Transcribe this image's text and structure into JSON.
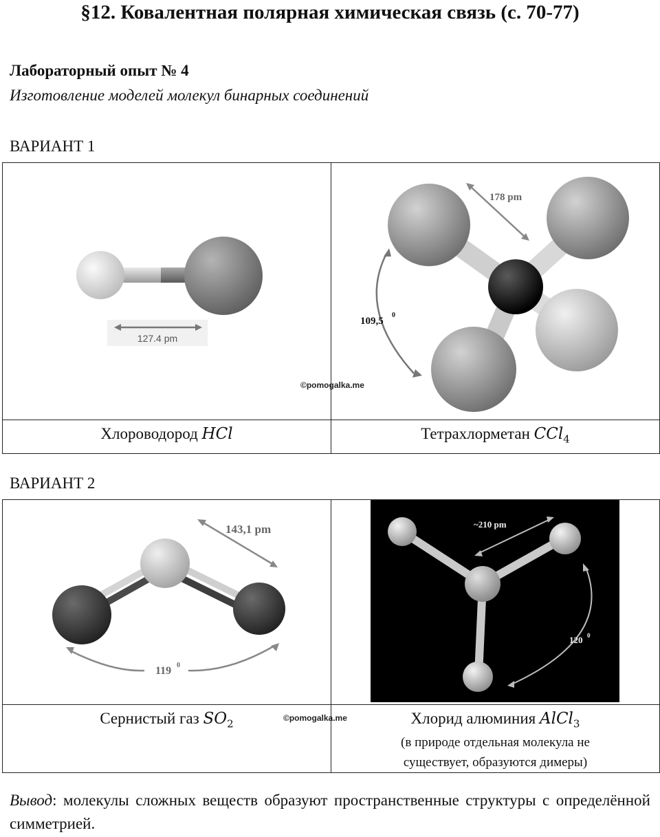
{
  "header": {
    "title": "§12. Ковалентная полярная химическая связь (с. 70-77)"
  },
  "lab": {
    "title": "Лабораторный опыт № 4",
    "subtitle": "Изготовление моделей молекул бинарных соединений"
  },
  "variant1": {
    "label": "ВАРИАНТ 1",
    "left": {
      "caption": "Хлороводород",
      "formula": "HCl",
      "bond_label": "127.4 pm"
    },
    "right": {
      "caption": "Тетрахлорметан",
      "formula_main": "CCl",
      "formula_sub": "4",
      "bond_label": "178 pm",
      "angle_label": "109,5",
      "angle_sup": "0"
    }
  },
  "variant2": {
    "label": "ВАРИАНТ 2",
    "left": {
      "caption": "Сернистый газ",
      "formula_main": "SO",
      "formula_sub": "2",
      "bond_label": "143,1 pm",
      "angle_label": "119",
      "angle_sup": "0"
    },
    "right": {
      "caption": "Хлорид алюминия",
      "formula_main": "AlCl",
      "formula_sub": "3",
      "bond_label": "~210 pm",
      "angle_label": "120",
      "angle_sup": "0",
      "note_line1": "(в природе отдельная молекула не",
      "note_line2": "существует, образуются димеры)"
    }
  },
  "watermark": "©pomogalka.me",
  "conclusion": {
    "label": "Вывод",
    "text": ": молекулы сложных веществ образуют пространственные структуры с определённой симметрией."
  }
}
